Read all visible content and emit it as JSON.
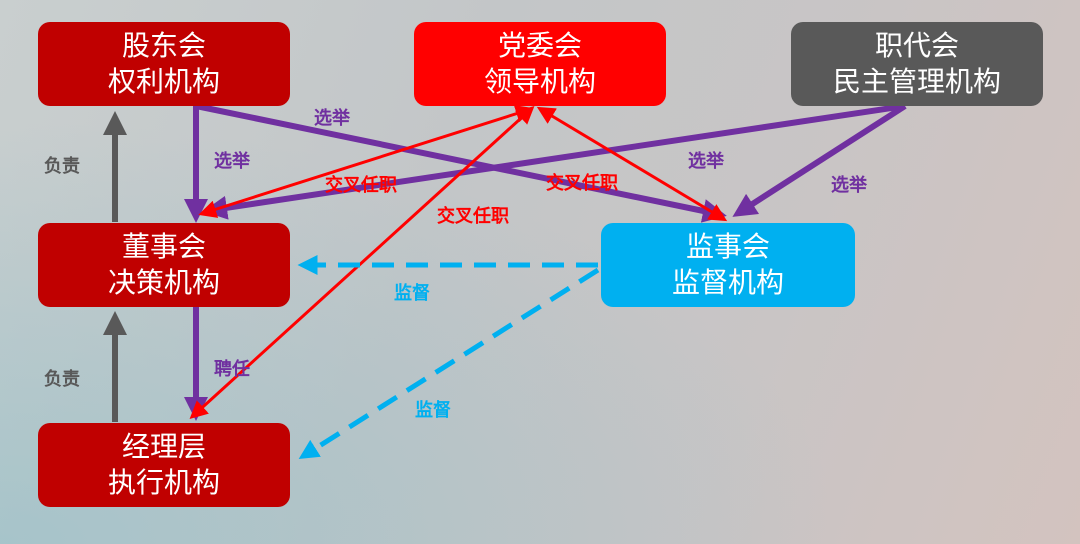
{
  "boxes": {
    "shareholders": {
      "title": "股东会",
      "subtitle": "权利机构"
    },
    "party": {
      "title": "党委会",
      "subtitle": "领导机构"
    },
    "workers": {
      "title": "职代会",
      "subtitle": "民主管理机构"
    },
    "board": {
      "title": "董事会",
      "subtitle": "决策机构"
    },
    "supervisors": {
      "title": "监事会",
      "subtitle": "监督机构"
    },
    "management": {
      "title": "经理层",
      "subtitle": "执行机构"
    }
  },
  "labels": {
    "elect": "选举",
    "appoint": "聘任",
    "responsible": "负责",
    "cross": "交叉任职",
    "supervise": "监督"
  },
  "colors": {
    "purple": "#7030a0",
    "red": "#ff0000",
    "darkred": "#c00000",
    "gray": "#595959",
    "blue": "#00b0f0"
  }
}
